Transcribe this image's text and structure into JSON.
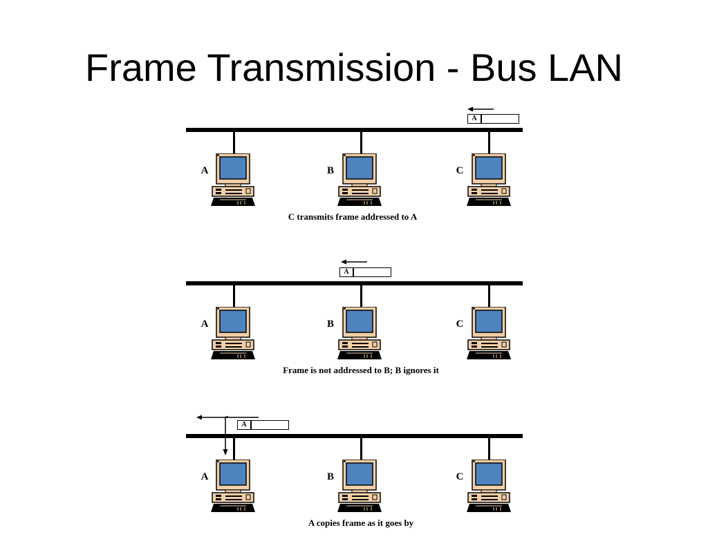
{
  "slide": {
    "title": "Frame Transmission - Bus LAN"
  },
  "stations": [
    "A",
    "B",
    "C"
  ],
  "panels": [
    {
      "frame_address": "A",
      "caption": "C transmits frame addressed to A"
    },
    {
      "frame_address": "A",
      "caption": "Frame is not addressed to B; B ignores it"
    },
    {
      "frame_address": "A",
      "caption": "A copies frame as it goes by"
    }
  ],
  "colors": {
    "screen": "#4f83c0",
    "monitor_case": "#f2cfa8",
    "outline": "#000000"
  }
}
